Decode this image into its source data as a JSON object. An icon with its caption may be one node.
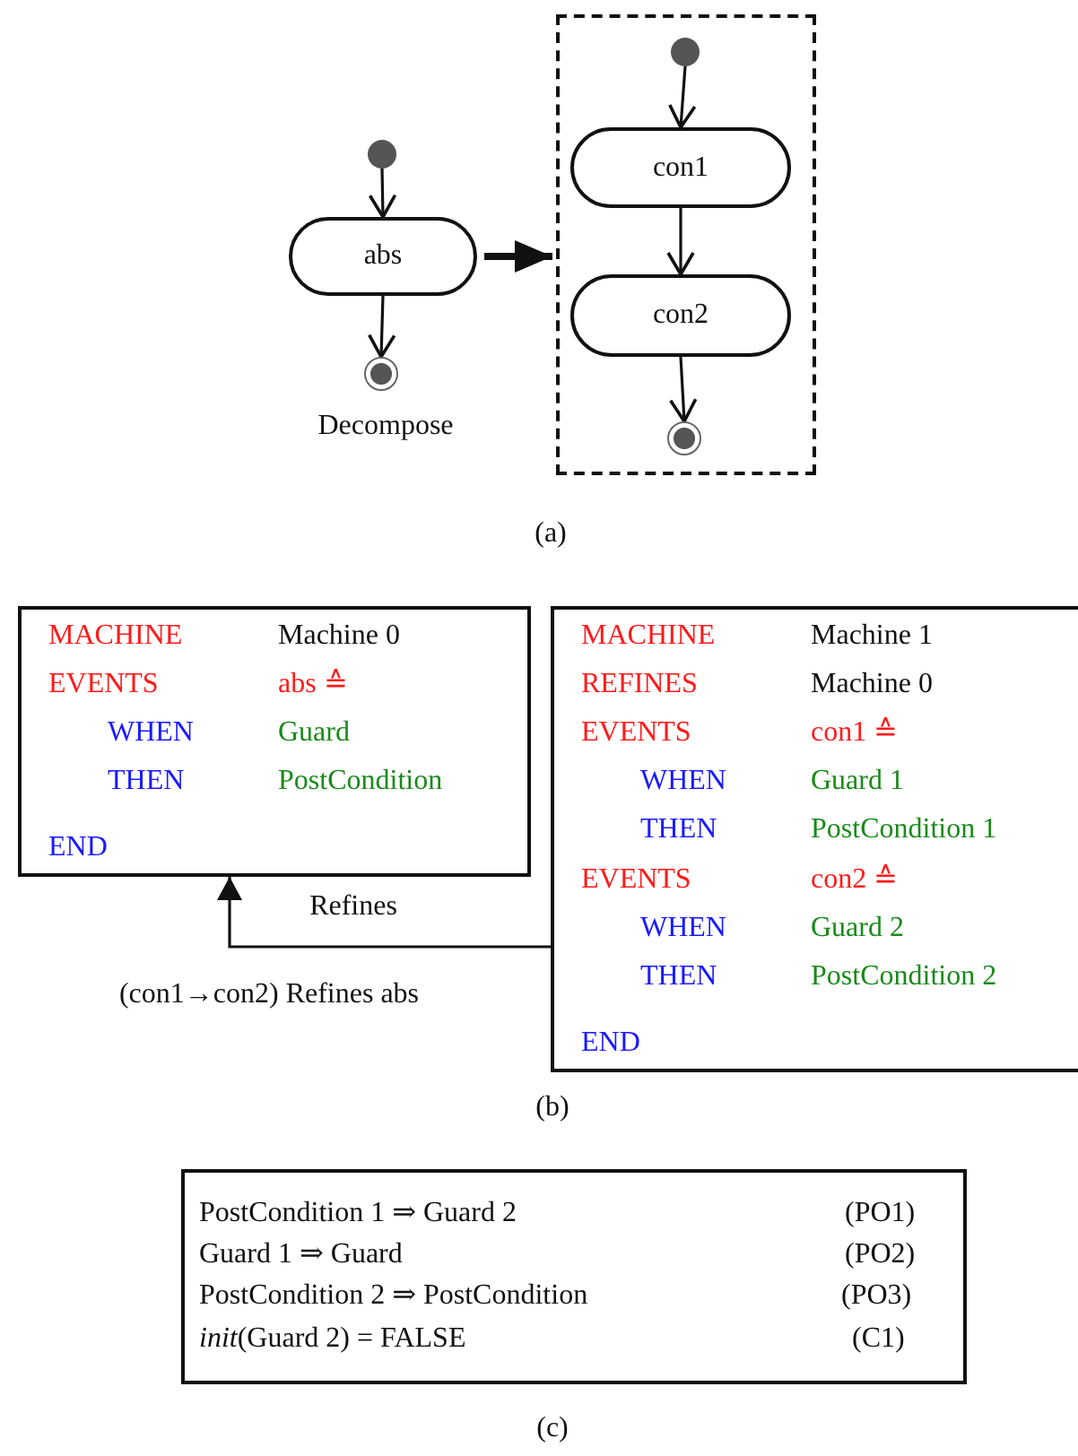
{
  "diagram": {
    "nodes": [
      {
        "text": [],
        "shape": "circle"
      },
      {
        "text": [
          "abs"
        ]
      },
      {
        "text": [],
        "shape": "circle"
      },
      {
        "text": [],
        "shape": "box"
      },
      {
        "text": [],
        "shape": "circle",
        "in": 3
      },
      {
        "text": [
          "con1"
        ],
        "in": 3
      },
      {
        "text": [
          "con2"
        ],
        "in": 3
      },
      {
        "text": [],
        "shape": "circle",
        "in": 3
      },
      {
        "text": [
          "MACHINE",
          "Machine 0",
          "EVENTS",
          "abs ≙",
          "WHEN",
          "Guard",
          "THEN",
          "PostCondition",
          "END"
        ]
      },
      {
        "text": [
          "MACHINE",
          "Machine 1",
          "REFINES",
          "Machine 0",
          "EVENTS",
          "con1 ≙",
          "WHEN",
          "Guard 1",
          "THEN",
          "PostCondition 1",
          "EVENTS",
          "con2 ≙",
          "WHEN",
          "Guard 2",
          "THEN",
          "PostCondition 2",
          "END"
        ]
      },
      {
        "text": [
          "PostCondition 1 ⇒ Guard 2",
          "(PO1)",
          "Guard 1 ⇒ Guard",
          "(PO2)",
          "PostCondition 2 ⇒ PostCondition",
          "(PO3)",
          "*init*(Guard 2) = FALSE",
          "(C1)"
        ]
      }
    ],
    "edges": [
      {
        "from": 0,
        "to": 1,
        "arrow": "to"
      },
      {
        "from": 1,
        "to": 2,
        "arrow": "to"
      },
      {
        "from": 1,
        "to": 3,
        "arrow": "to",
        "style": "thick"
      },
      {
        "from": 4,
        "to": 5,
        "arrow": "to"
      },
      {
        "from": 5,
        "to": 6,
        "arrow": "to"
      },
      {
        "from": 6,
        "to": 7,
        "arrow": "to"
      },
      {
        "from": 9,
        "to": 8,
        "arrow": "to",
        "label": "Refines"
      }
    ],
    "labels": [
      "Decompose",
      "(a)",
      "(con1→con2) Refines abs",
      "(b)",
      "(c)"
    ]
  }
}
